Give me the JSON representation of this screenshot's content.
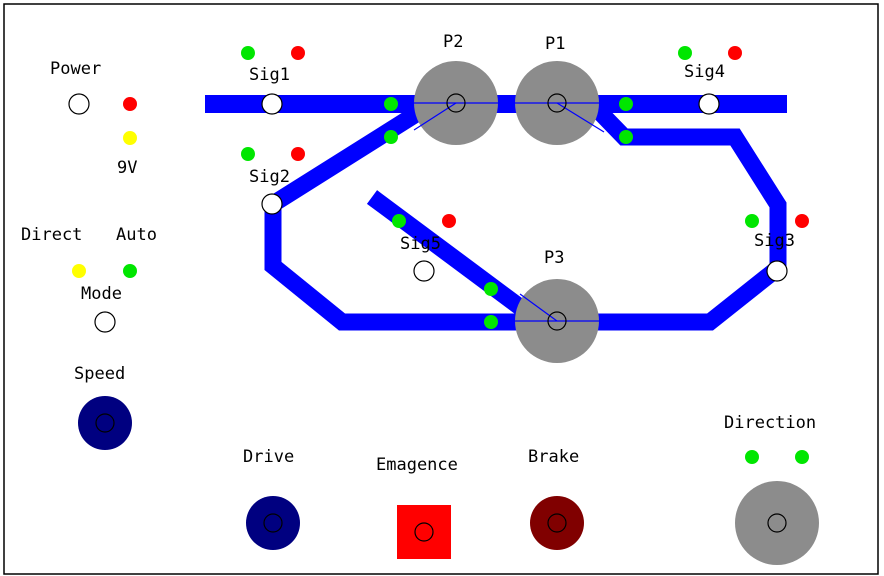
{
  "labels": {
    "power": "Power",
    "voltage": "9V",
    "direct": "Direct",
    "auto": "Auto",
    "mode": "Mode",
    "speed": "Speed",
    "drive": "Drive",
    "emergency": "Emagence",
    "brake": "Brake",
    "direction": "Direction",
    "p1": "P1",
    "p2": "P2",
    "p3": "P3",
    "sig1": "Sig1",
    "sig2": "Sig2",
    "sig3": "Sig3",
    "sig4": "Sig4",
    "sig5": "Sig5"
  },
  "colors": {
    "track": "#0000ff",
    "point": "#8c8c8c",
    "lamp_green": "#00e600",
    "lamp_red": "#ff0000",
    "lamp_yellow": "#ffff00",
    "knob_navy": "#000080",
    "emergency": "#ff0000",
    "brake": "#800000",
    "direction": "#8c8c8c"
  }
}
